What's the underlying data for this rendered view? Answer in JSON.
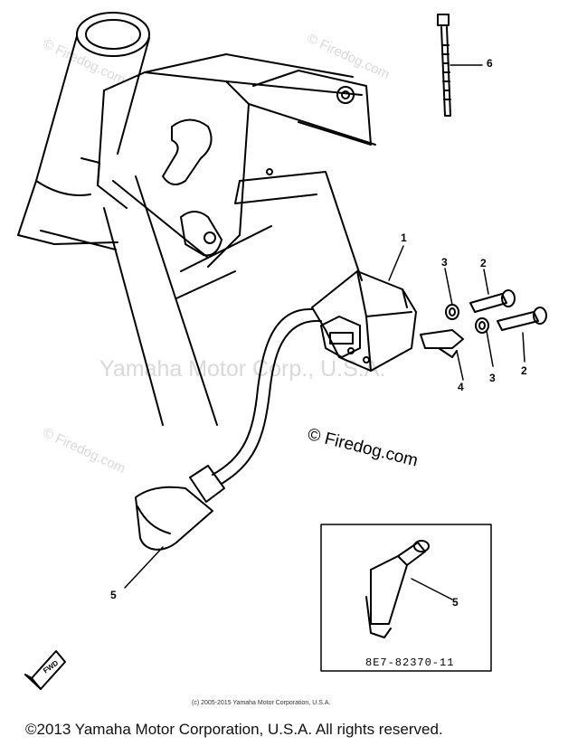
{
  "watermarks": {
    "site_repeat": "© Firedog.com",
    "center": "Yamaha Motor Corp., U.S.A."
  },
  "firedog_mark": "© Firedog.com",
  "callouts": {
    "part_1": "1",
    "part_2_upper": "2",
    "part_2_lower": "2",
    "part_3_upper": "3",
    "part_3_lower": "3",
    "part_4": "4",
    "part_5_main": "5",
    "part_5_inset": "5",
    "part_6": "6"
  },
  "inset": {
    "part_code": "8E7-82370-11"
  },
  "fwd_label": "FWD",
  "copyright": {
    "small": "(c) 2005-2015 Yamaha Motor Corporation, U.S.A.",
    "main": "©2013 Yamaha Motor Corporation, U.S.A. All rights reserved."
  }
}
